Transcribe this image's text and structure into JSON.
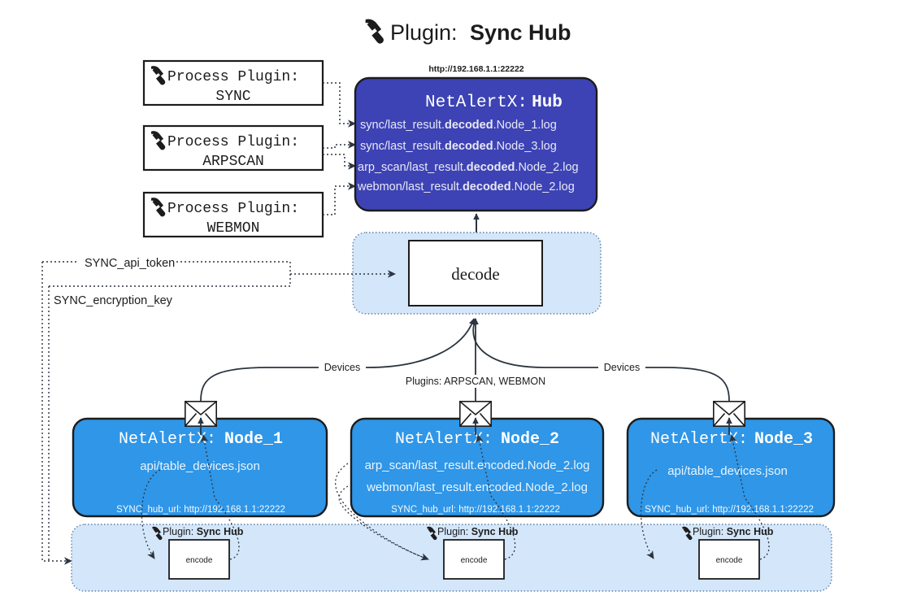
{
  "title": {
    "icon": "plug-icon",
    "prefix": "Plugin:",
    "name": "Sync Hub"
  },
  "hub": {
    "url_label": "http://192.168.1.1:22222",
    "heading_prefix": "NetAlertX:",
    "heading_name": "Hub",
    "color": "#3d43b4",
    "logs": [
      {
        "pre": "sync/last_result.",
        "bold": "decoded",
        "post": ".Node_1.log"
      },
      {
        "pre": "sync/last_result.",
        "bold": "decoded",
        "post": ".Node_3.log"
      },
      {
        "pre": "arp_scan/last_result.",
        "bold": "decoded",
        "post": ".Node_2.log"
      },
      {
        "pre": "webmon/last_result.",
        "bold": "decoded",
        "post": ".Node_2.log"
      }
    ]
  },
  "process_plugins": [
    {
      "icon": "plug-icon",
      "line1": "Process Plugin:",
      "line2": "SYNC"
    },
    {
      "icon": "plug-icon",
      "line1": "Process Plugin:",
      "line2": "ARPSCAN"
    },
    {
      "icon": "plug-icon",
      "line1": "Process Plugin:",
      "line2": "WEBMON"
    }
  ],
  "decode": {
    "label": "decode",
    "container_color": "#d4e6f9"
  },
  "settings": {
    "api_token": "SYNC_api_token",
    "encryption_key": "SYNC_encryption_key"
  },
  "edges": {
    "devices_left": "Devices",
    "devices_right": "Devices",
    "plugins_center": "Plugins: ARPSCAN, WEBMON"
  },
  "nodes": [
    {
      "heading_prefix": "NetAlertX:",
      "heading_name": "Node_1",
      "color": "#2f96e8",
      "envelope_icon": "envelope-icon",
      "lines": [
        "api/table_devices.json"
      ],
      "hub_url": "SYNC_hub_url: http://192.168.1.1:22222"
    },
    {
      "heading_prefix": "NetAlertX:",
      "heading_name": "Node_2",
      "color": "#2f96e8",
      "envelope_icon": "envelope-icon",
      "lines": [
        "arp_scan/last_result.encoded.Node_2.log",
        "webmon/last_result.encoded.Node_2.log"
      ],
      "hub_url": "SYNC_hub_url: http://192.168.1.1:22222"
    },
    {
      "heading_prefix": "NetAlertX:",
      "heading_name": "Node_3",
      "color": "#2f96e8",
      "envelope_icon": "envelope-icon",
      "lines": [
        "api/table_devices.json"
      ],
      "hub_url": "SYNC_hub_url: http://192.168.1.1:22222"
    }
  ],
  "encode_band": {
    "color": "#d4e6f9",
    "items": [
      {
        "icon": "plug-icon",
        "prefix": "Plugin:",
        "name": "Sync Hub",
        "box": "encode"
      },
      {
        "icon": "plug-icon",
        "prefix": "Plugin:",
        "name": "Sync Hub",
        "box": "encode"
      },
      {
        "icon": "plug-icon",
        "prefix": "Plugin:",
        "name": "Sync Hub",
        "box": "encode"
      }
    ]
  }
}
